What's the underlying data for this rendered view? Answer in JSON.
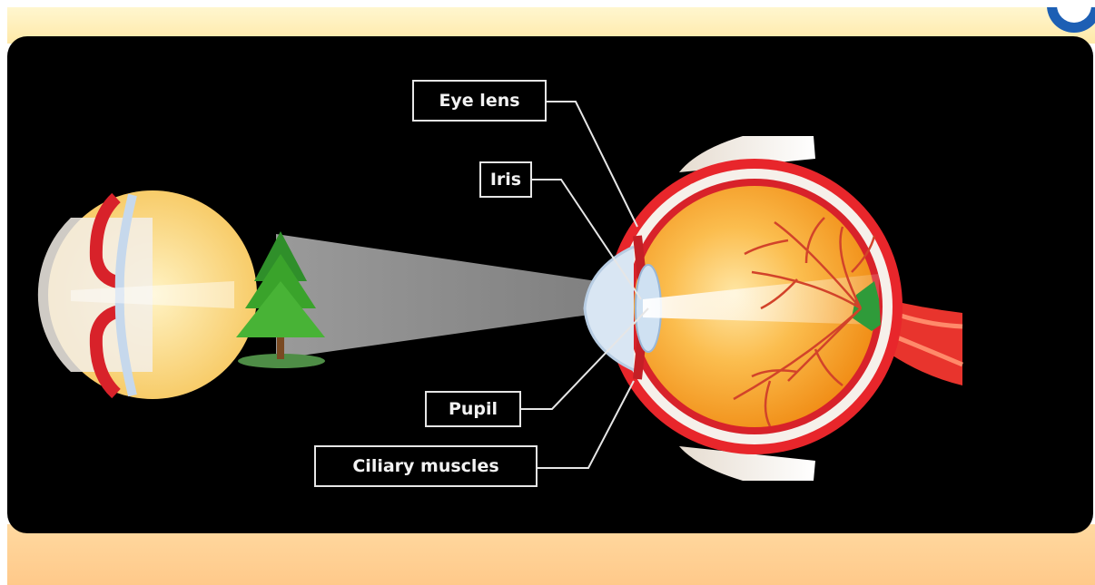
{
  "labels": {
    "eye_lens": "Eye lens",
    "iris": "Iris",
    "pupil": "Pupil",
    "ciliary_muscles": "Ciliary muscles"
  },
  "colors": {
    "panel_background": "#000000",
    "label_border": "#e6e6e6",
    "label_text": "#f2f2f2",
    "eyeball_fill": "#f7a21a",
    "eyeball_wall": "#e8262b",
    "blood_vessel": "#d2432a",
    "light_beam": "#8a8a8a",
    "tree_green": "#3aa32b"
  }
}
